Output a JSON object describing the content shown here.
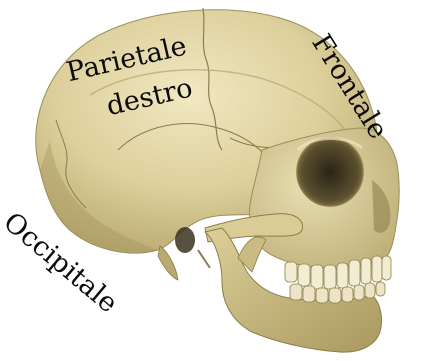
{
  "labels": {
    "parietale_line1": "Parietale",
    "parietale_line2": "destro",
    "frontale": "Frontale",
    "occipitale": "Occipitale"
  },
  "colors": {
    "background": "#ffffff",
    "bone_light": "#e6dcae",
    "bone_mid": "#d3c58d",
    "bone_dark": "#a89a62",
    "suture": "#8c7e4c",
    "text": "#0b0b0b"
  },
  "illustration": "skull-lateral-view"
}
